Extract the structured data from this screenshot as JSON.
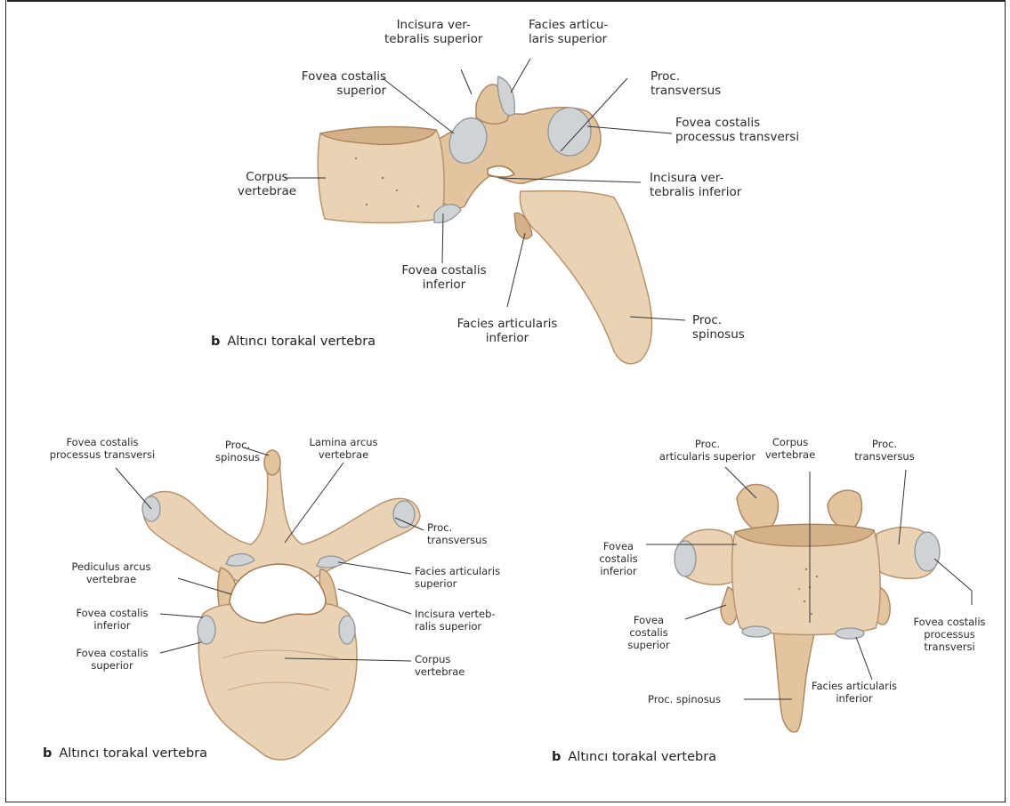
{
  "top_view": {
    "caption_letter": "b",
    "caption_text": "Altıncı torakal vertebra",
    "labels": {
      "incisura_vertebralis_superior": [
        "Incisura ver-",
        "tebralis superior"
      ],
      "facies_articularis_superior": [
        "Facies articu-",
        "laris superior"
      ],
      "fovea_costalis_superior": [
        "Fovea costalis",
        "superior"
      ],
      "proc_transversus": [
        "Proc.",
        "transversus"
      ],
      "fovea_costalis_processus_transversi": [
        "Fovea costalis",
        "processus transversi"
      ],
      "corpus_vertebrae": [
        "Corpus",
        "vertebrae"
      ],
      "incisura_vertebralis_inferior": [
        "Incisura ver-",
        "tebralis inferior"
      ],
      "fovea_costalis_inferior": [
        "Fovea costalis",
        "inferior"
      ],
      "facies_articularis_inferior": [
        "Facies articularis",
        "inferior"
      ],
      "proc_spinosus": [
        "Proc.",
        "spinosus"
      ]
    }
  },
  "left_view": {
    "caption_letter": "b",
    "caption_text": "Altıncı torakal vertebra",
    "labels": {
      "fovea_costalis_processus_transversi": [
        "Fovea costalis",
        "processus transversi"
      ],
      "proc_spinosus": [
        "Proc.",
        "spinosus"
      ],
      "lamina_arcus_vertebrae": [
        "Lamina arcus",
        "vertebrae"
      ],
      "proc_transversus": [
        "Proc.",
        "transversus"
      ],
      "pediculus_arcus_vertebrae": [
        "Pediculus arcus",
        "vertebrae"
      ],
      "facies_articularis_superior": [
        "Facies articularis",
        "superior"
      ],
      "fovea_costalis_inferior": [
        "Fovea costalis",
        "inferior"
      ],
      "incisura_vertebralis_superior": [
        "Incisura verteb-",
        "ralis superior"
      ],
      "fovea_costalis_superior": [
        "Fovea costalis",
        "superior"
      ],
      "corpus_vertebrae": [
        "Corpus",
        "vertebrae"
      ]
    }
  },
  "right_view": {
    "caption_letter": "b",
    "caption_text": "Altıncı torakal vertebra",
    "labels": {
      "proc_articularis_superior": [
        "Proc.",
        "articularis superior"
      ],
      "corpus_vertebrae": [
        "Corpus",
        "vertebrae"
      ],
      "proc_transversus": [
        "Proc.",
        "transversus"
      ],
      "fovea_costalis_inferior": [
        "Fovea",
        "costalis",
        "inferior"
      ],
      "fovea_costalis_superior": [
        "Fovea",
        "costalis",
        "superior"
      ],
      "fovea_costalis_processus_transversi": [
        "Fovea costalis",
        "processus",
        "transversi"
      ],
      "facies_articularis_inferior": [
        "Facies articularis",
        "inferior"
      ],
      "proc_spinosus": [
        "Proc. spinosus"
      ]
    }
  }
}
